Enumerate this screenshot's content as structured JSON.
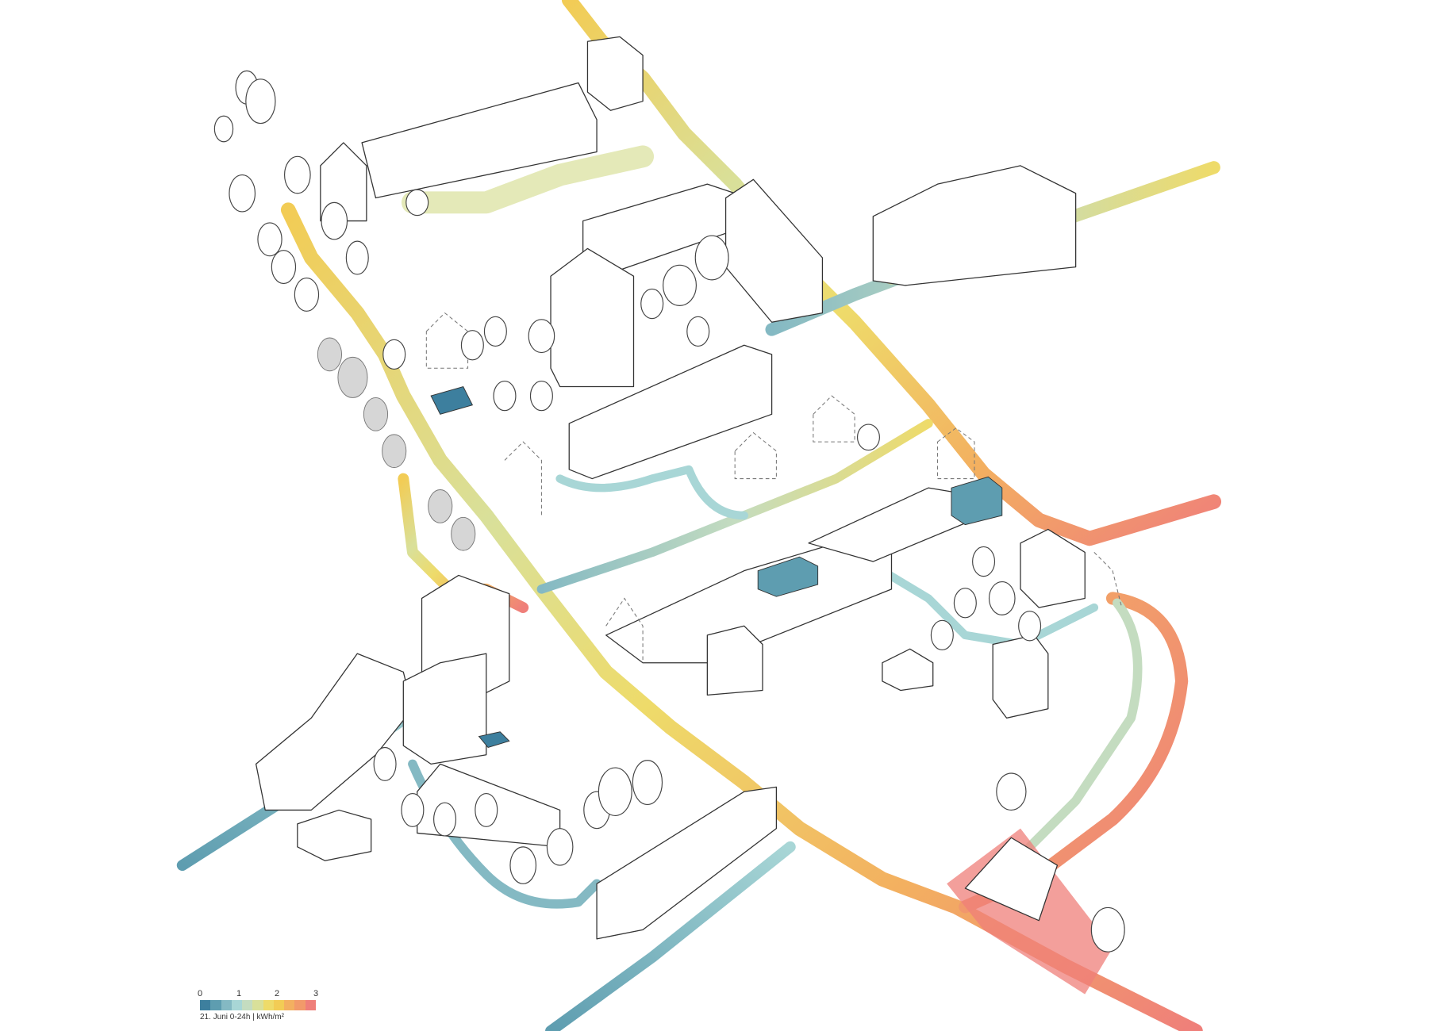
{
  "legend": {
    "ticks": [
      "0",
      "1",
      "2",
      "3"
    ],
    "caption": "21. Juni 0-24h | kWh/m²",
    "colors": [
      "#3d7f9e",
      "#5e9db0",
      "#84b9c3",
      "#a8d6d6",
      "#c4dcc0",
      "#d9e09a",
      "#eedb6a",
      "#f2cc55",
      "#f3b060",
      "#f29a6a",
      "#ef7f7a"
    ]
  }
}
